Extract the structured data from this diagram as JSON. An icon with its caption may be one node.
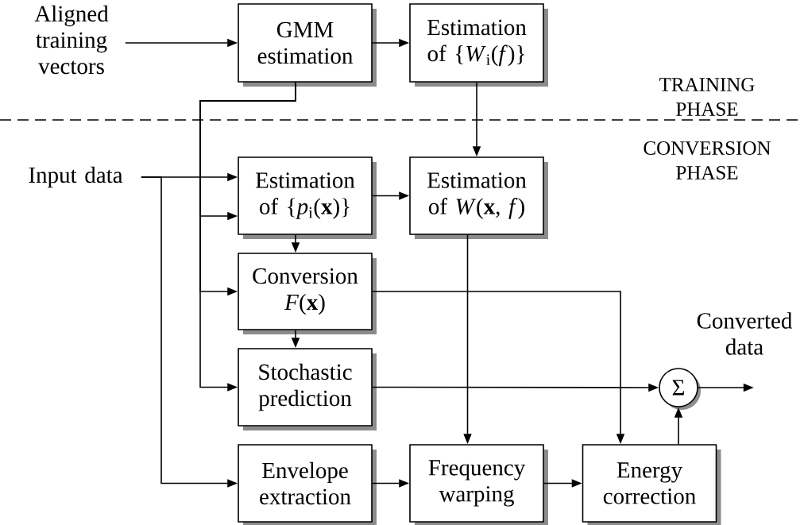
{
  "diagram": {
    "nodes": [
      {
        "text": [
          "Aligned training vectors"
        ]
      },
      {
        "text": [
          "GMM estimation"
        ]
      },
      {
        "text": [
          "Estimation of {*W*$_{i}$(*f*)}"
        ]
      },
      {
        "text": [
          "Input data"
        ]
      },
      {
        "text": [
          "Estimation of {*p*$_{i}$(**x**)}"
        ]
      },
      {
        "text": [
          "Estimation of *W*(**x**, *f*)"
        ]
      },
      {
        "text": [
          "Conversion *F*(**x**)"
        ]
      },
      {
        "text": [
          "Stochastic prediction"
        ]
      },
      {
        "text": [
          "Σ"
        ]
      },
      {
        "text": [
          "Envelope extraction"
        ]
      },
      {
        "text": [
          "Frequency warping"
        ]
      },
      {
        "text": [
          "Energy correction"
        ]
      }
    ],
    "edges": [
      {
        "from": 0,
        "to": 1,
        "arrow": "to"
      },
      {
        "from": 1,
        "to": 2,
        "arrow": "to"
      },
      {
        "from": 2,
        "to": 5,
        "arrow": "to"
      },
      {
        "from": 1,
        "to": 4,
        "arrow": "to"
      },
      {
        "from": 1,
        "to": 6,
        "arrow": "to"
      },
      {
        "from": 1,
        "to": 7,
        "arrow": "to"
      },
      {
        "from": 3,
        "to": 4,
        "arrow": "to"
      },
      {
        "from": 3,
        "to": 9,
        "arrow": "to"
      },
      {
        "from": 4,
        "to": 5,
        "arrow": "to"
      },
      {
        "from": 4,
        "to": 6,
        "arrow": "to"
      },
      {
        "from": 6,
        "to": 7,
        "arrow": "to"
      },
      {
        "from": 5,
        "to": 10,
        "arrow": "to"
      },
      {
        "from": 6,
        "to": 11,
        "arrow": "to"
      },
      {
        "from": 7,
        "to": 8,
        "arrow": "to"
      },
      {
        "from": 9,
        "to": 10,
        "arrow": "to"
      },
      {
        "from": 10,
        "to": 11,
        "arrow": "to"
      },
      {
        "from": 11,
        "to": 8,
        "arrow": "to"
      },
      {
        "from": 8,
        "to": null,
        "arrow": "to"
      }
    ],
    "labels": [
      "TRAINING PHASE",
      "CONVERSION PHASE",
      "Converted data"
    ]
  }
}
